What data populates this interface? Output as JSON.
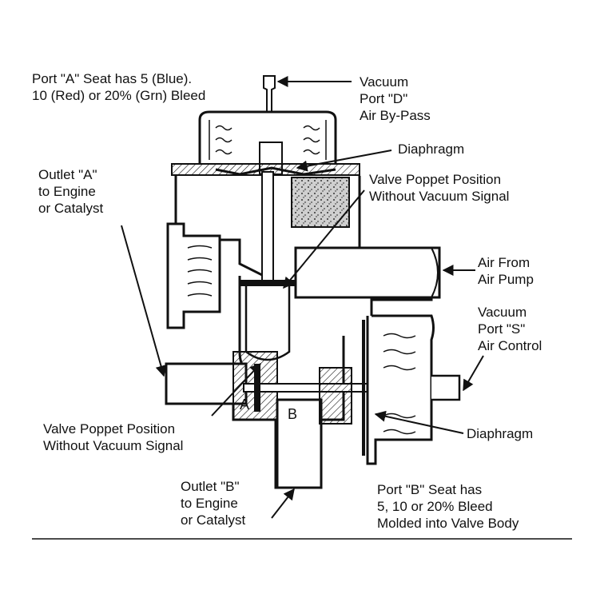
{
  "colors": {
    "ink": "#111111",
    "paper": "#ffffff",
    "filter": "#9a9a9a"
  },
  "labels": {
    "port_a_seat": [
      "Port \"A\" Seat has 5 (Blue).",
      "10 (Red) or 20% (Grn) Bleed"
    ],
    "vacuum_port_d": [
      "Vacuum",
      "Port \"D\"",
      "Air By-Pass"
    ],
    "diaphragm_top": [
      "Diaphragm"
    ],
    "outlet_a": [
      "Outlet \"A\"",
      "to Engine",
      "or Catalyst"
    ],
    "poppet_top": [
      "Valve Poppet Position",
      "Without Vacuum Signal"
    ],
    "air_from_pump": [
      "Air From",
      "Air Pump"
    ],
    "vacuum_port_s": [
      "Vacuum",
      "Port \"S\"",
      "Air Control"
    ],
    "poppet_bottom": [
      "Valve Poppet Position",
      "Without Vacuum Signal"
    ],
    "diaphragm_bottom": [
      "Diaphragm"
    ],
    "outlet_b": [
      "Outlet \"B\"",
      "to Engine",
      "or Catalyst"
    ],
    "port_b_seat": [
      "Port \"B\" Seat has",
      "5, 10 or 20% Bleed",
      "Molded into Valve Body"
    ]
  },
  "letters": {
    "a": "A",
    "b": "B"
  }
}
